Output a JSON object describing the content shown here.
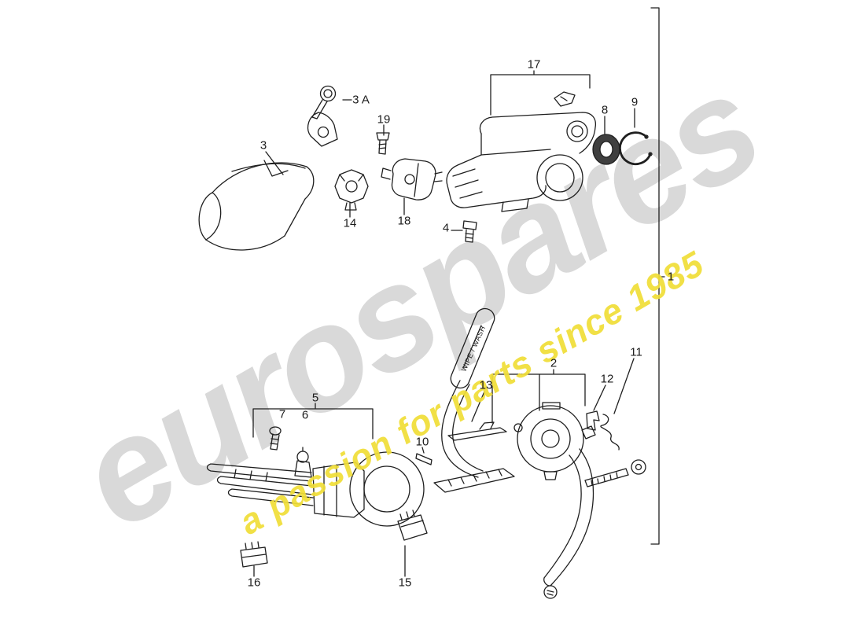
{
  "watermark": {
    "brand": "eurospares",
    "tagline": "a passion for parts since 1985",
    "brand_color": "#d9d9d9",
    "tagline_color": "#f0de39"
  },
  "diagram": {
    "line_color": "#1f1f1f",
    "lever_text": "WIPE / WASH"
  },
  "refs": {
    "r1": "1",
    "r2": "2",
    "r3": "3",
    "r3a": "3 A",
    "r4": "4",
    "r5": "5",
    "r6": "6",
    "r7": "7",
    "r8": "8",
    "r9": "9",
    "r10": "10",
    "r11": "11",
    "r12": "12",
    "r13": "13",
    "r14": "14",
    "r15": "15",
    "r16": "16",
    "r17": "17",
    "r18": "18",
    "r19": "19"
  }
}
